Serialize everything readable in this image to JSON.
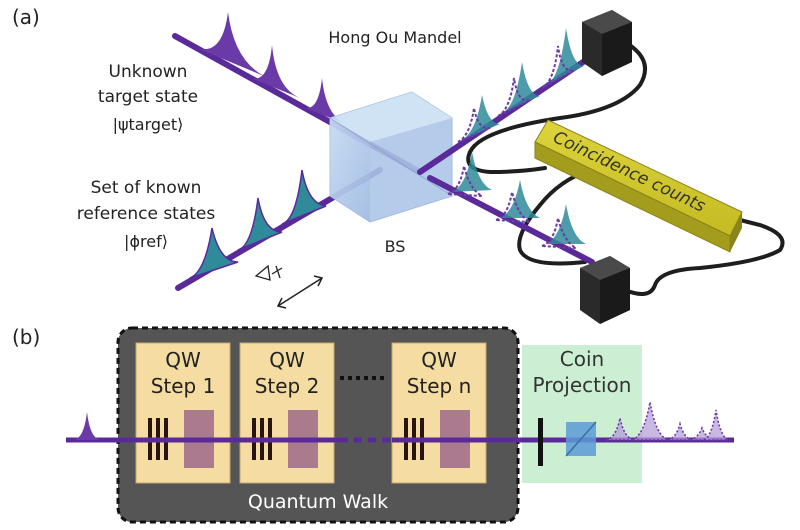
{
  "panel_a": {
    "label": "(a)",
    "hom_label": "Hong Ou Mandel",
    "target_lines": [
      "Unknown",
      "target state"
    ],
    "target_ket": "|ψtarget⟩",
    "reference_lines": [
      "Set of known",
      "reference states"
    ],
    "reference_ket": "|ϕref⟩",
    "bs_label": "BS",
    "coincidence_label": "Coincidence counts"
  },
  "panel_b": {
    "label": "(b)",
    "steps": [
      {
        "line1": "QW",
        "line2": "Step 1"
      },
      {
        "line1": "QW",
        "line2": "Step 2"
      },
      {
        "line1": "QW",
        "line2": "Step n"
      }
    ],
    "quantum_walk_label": "Quantum Walk",
    "coin_lines": [
      "Coin",
      "Projection"
    ]
  },
  "colors": {
    "beam": "#5b2a9a",
    "purple_pulse": "#6a3aa8",
    "teal_pulse": "#2f8a9a",
    "detector": "#2a2a2a",
    "coincidence_box": "#c9c12a",
    "qw_box": "#555555",
    "step_box": "#f5dca2",
    "coin_box": "#ccefd3",
    "bs_cube": "#a9c8ea"
  }
}
